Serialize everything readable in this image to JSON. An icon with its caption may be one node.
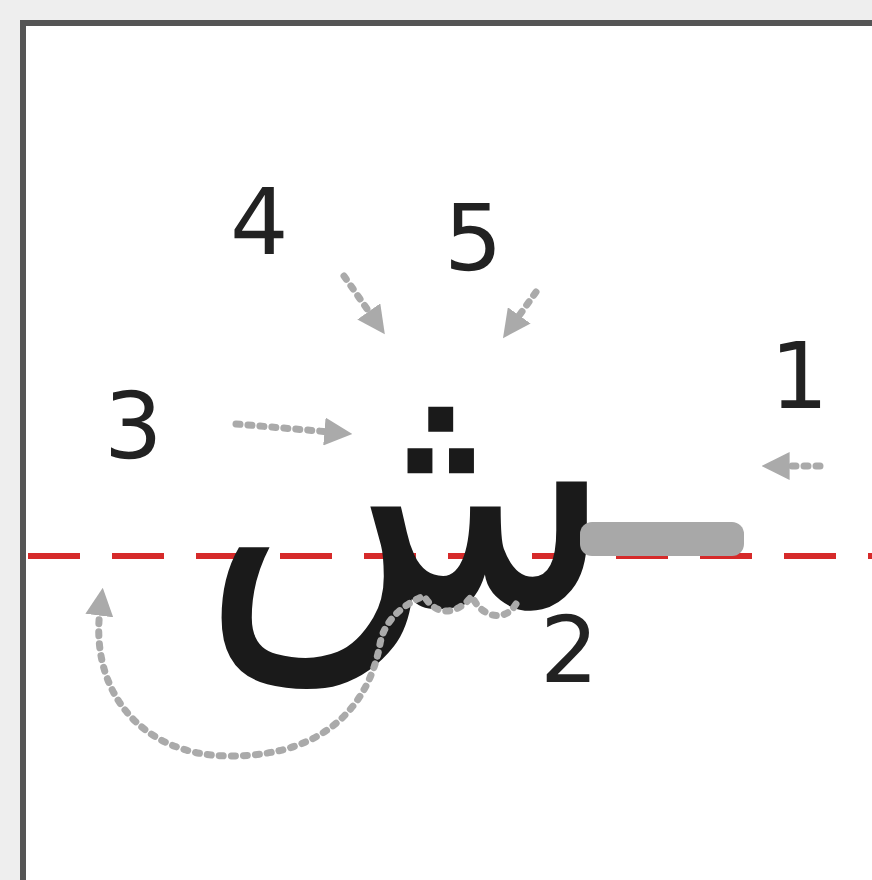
{
  "diagram": {
    "labels": [
      "4",
      "5",
      "3",
      "1",
      "ش",
      "2"
    ]
  }
}
